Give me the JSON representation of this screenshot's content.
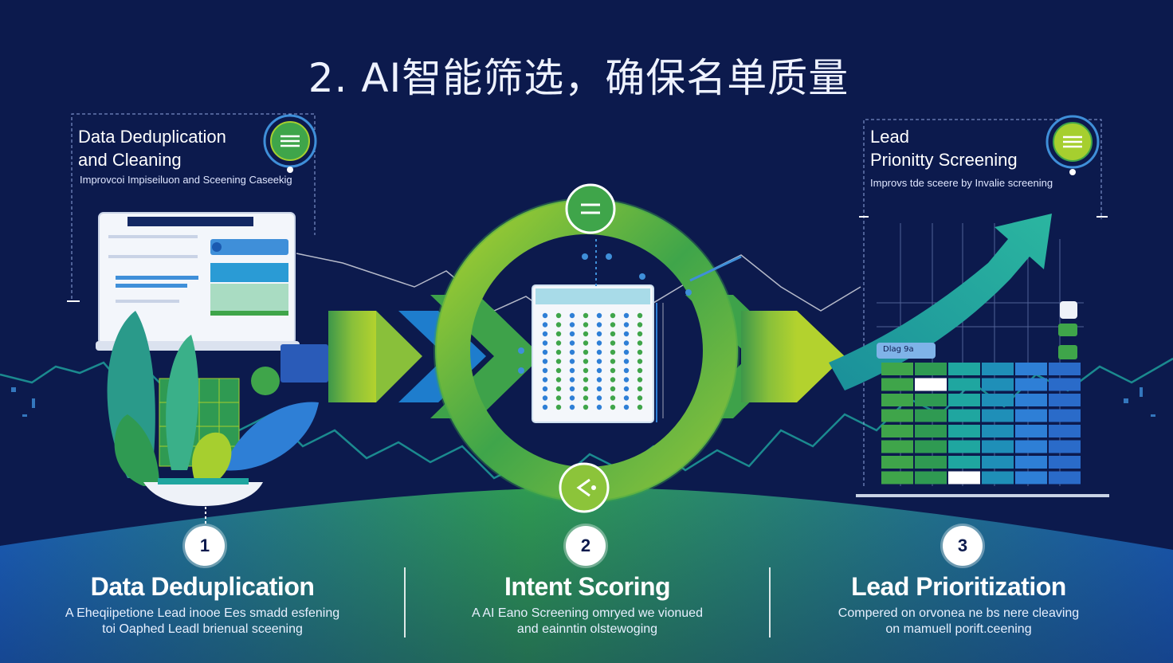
{
  "header": {
    "title": "2. AI智能筛选，确保名单质量"
  },
  "panels": {
    "left": {
      "title_line1": "Data Deduplication",
      "title_line2": "and Cleaning",
      "subtitle": "Improvcoi Impiseiluon and Sceening Caseekig"
    },
    "right": {
      "title_line1": "Lead",
      "title_line2": "Prionitty Screening",
      "subtitle": "Improvs tde sceere by Invalie screening"
    },
    "right_chart_tag": "Dlag 9a"
  },
  "steps": [
    {
      "number": "1",
      "title": "Data Deduplication",
      "desc_line1": "A Eheqiipetione Lead inooe Ees smadd esfening",
      "desc_line2": "toi Oaphed Leadl brienual sceening"
    },
    {
      "number": "2",
      "title": "Intent Scoring",
      "desc_line1": "A AI Eano Screening omryed we vionued",
      "desc_line2": "and eainntin olstewoging"
    },
    {
      "number": "3",
      "title": "Lead Prioritization",
      "desc_line1": "Compered on orvonea ne bs nere cleaving",
      "desc_line2": "on mamuell porift.ceening"
    }
  ],
  "icons": {
    "left_badge": "list-icon",
    "top_badge": "equals-icon",
    "bottom_badge": "refresh-arrow-icon",
    "right_badge": "list-icon"
  },
  "colors": {
    "background": "#0c1a4d",
    "green": "#3fa54a",
    "lime": "#a6cf2f",
    "teal": "#1fa6a0",
    "blue": "#2e7fd6"
  }
}
